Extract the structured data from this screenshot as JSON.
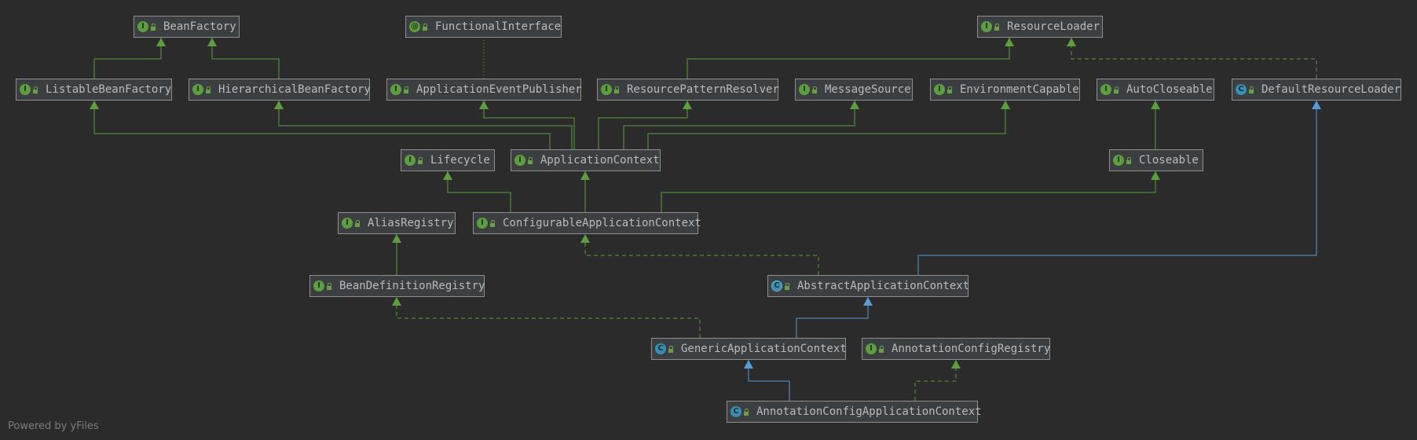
{
  "nodes": {
    "bean_factory": {
      "label": "BeanFactory",
      "kind": "interface"
    },
    "functional_interface": {
      "label": "FunctionalInterface",
      "kind": "annotation"
    },
    "resource_loader": {
      "label": "ResourceLoader",
      "kind": "interface"
    },
    "listable_bean_factory": {
      "label": "ListableBeanFactory",
      "kind": "interface"
    },
    "hierarchical_bean_factory": {
      "label": "HierarchicalBeanFactory",
      "kind": "interface"
    },
    "application_event_publisher": {
      "label": "ApplicationEventPublisher",
      "kind": "interface"
    },
    "resource_pattern_resolver": {
      "label": "ResourcePatternResolver",
      "kind": "interface"
    },
    "message_source": {
      "label": "MessageSource",
      "kind": "interface"
    },
    "environment_capable": {
      "label": "EnvironmentCapable",
      "kind": "interface"
    },
    "auto_closeable": {
      "label": "AutoCloseable",
      "kind": "interface"
    },
    "default_resource_loader": {
      "label": "DefaultResourceLoader",
      "kind": "class"
    },
    "lifecycle": {
      "label": "Lifecycle",
      "kind": "interface"
    },
    "application_context": {
      "label": "ApplicationContext",
      "kind": "interface"
    },
    "closeable": {
      "label": "Closeable",
      "kind": "interface"
    },
    "alias_registry": {
      "label": "AliasRegistry",
      "kind": "interface"
    },
    "configurable_application_context": {
      "label": "ConfigurableApplicationContext",
      "kind": "interface"
    },
    "bean_definition_registry": {
      "label": "BeanDefinitionRegistry",
      "kind": "interface"
    },
    "abstract_application_context": {
      "label": "AbstractApplicationContext",
      "kind": "abstract"
    },
    "generic_application_context": {
      "label": "GenericApplicationContext",
      "kind": "class"
    },
    "annotation_config_registry": {
      "label": "AnnotationConfigRegistry",
      "kind": "interface"
    },
    "annotation_config_application_context": {
      "label": "AnnotationConfigApplicationContext",
      "kind": "class"
    }
  },
  "badges": {
    "interface": "I",
    "annotation": "@",
    "class": "C",
    "abstract": "C"
  },
  "colors": {
    "extends_interface": "#5e9e40",
    "extends_class": "#5a9bd5",
    "implements": "#5e9e40",
    "annotated": "#5e9e40"
  },
  "footer": {
    "text": "Powered by yFiles"
  }
}
